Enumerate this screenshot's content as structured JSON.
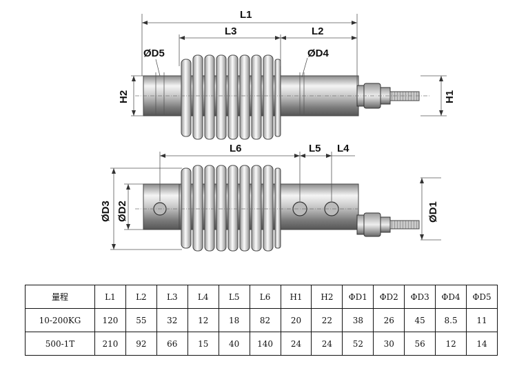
{
  "diagram": {
    "top_view": {
      "dims": {
        "L1": "L1",
        "L2": "L2",
        "L3": "L3",
        "D5": "ØD5",
        "D4": "ØD4",
        "H1": "H1",
        "H2": "H2"
      }
    },
    "bottom_view": {
      "dims": {
        "L4": "L4",
        "L5": "L5",
        "L6": "L6",
        "D1": "ØD1",
        "D2": "ØD2",
        "D3": "ØD3"
      }
    }
  },
  "spec_table": {
    "headers": [
      "量程",
      "L1",
      "L2",
      "L3",
      "L4",
      "L5",
      "L6",
      "H1",
      "H2",
      "ΦD1",
      "ΦD2",
      "ΦD3",
      "ΦD4",
      "ΦD5"
    ],
    "rows": [
      [
        "10-200KG",
        "120",
        "55",
        "32",
        "12",
        "18",
        "82",
        "20",
        "22",
        "38",
        "26",
        "45",
        "8.5",
        "11"
      ],
      [
        "500-1T",
        "210",
        "92",
        "66",
        "15",
        "40",
        "140",
        "24",
        "24",
        "52",
        "30",
        "56",
        "12",
        "14"
      ]
    ]
  }
}
